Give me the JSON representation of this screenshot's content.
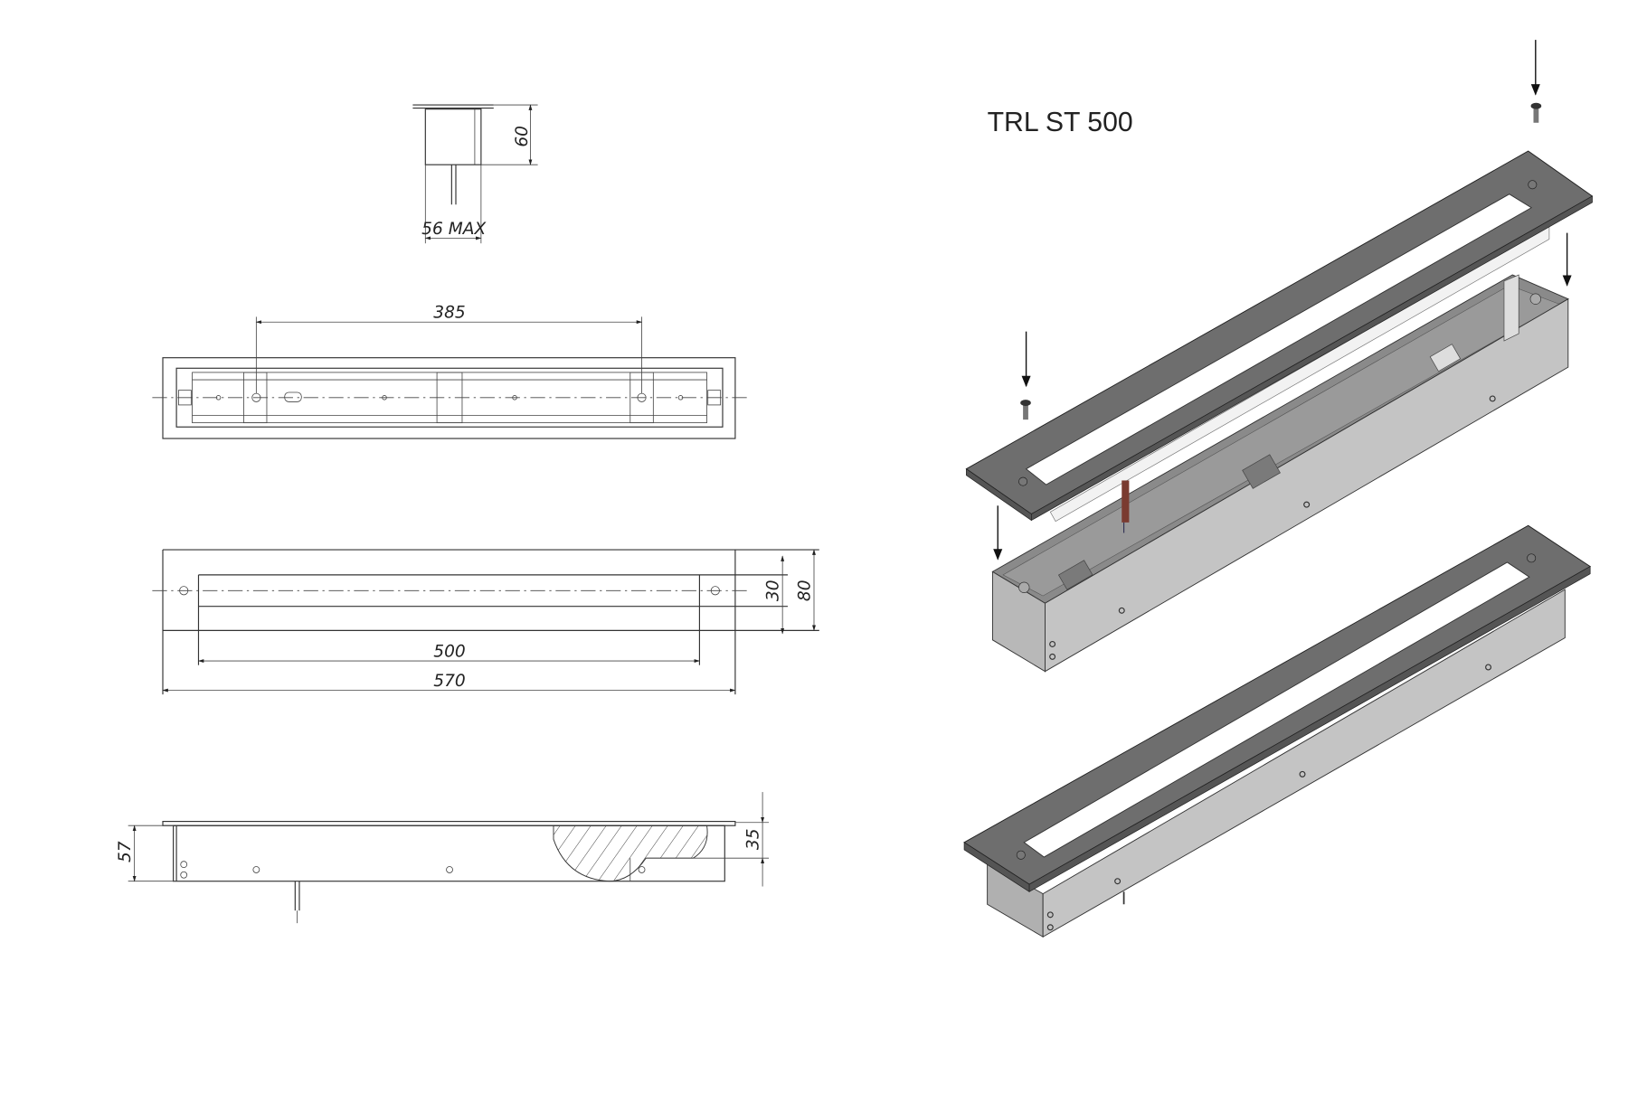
{
  "title": "TRL ST 500",
  "dimensions": {
    "end_height": "60",
    "end_width": "56 MAX",
    "hole_spacing": "385",
    "slot_width": "30",
    "plate_width": "80",
    "slot_length": "500",
    "plate_length": "570",
    "total_depth": "57",
    "body_depth": "35"
  },
  "colors": {
    "plate": "#6e6e6e",
    "body_side": "#c4c4c4",
    "body_top": "#8a8a8a",
    "cable": "#7a3b30"
  }
}
